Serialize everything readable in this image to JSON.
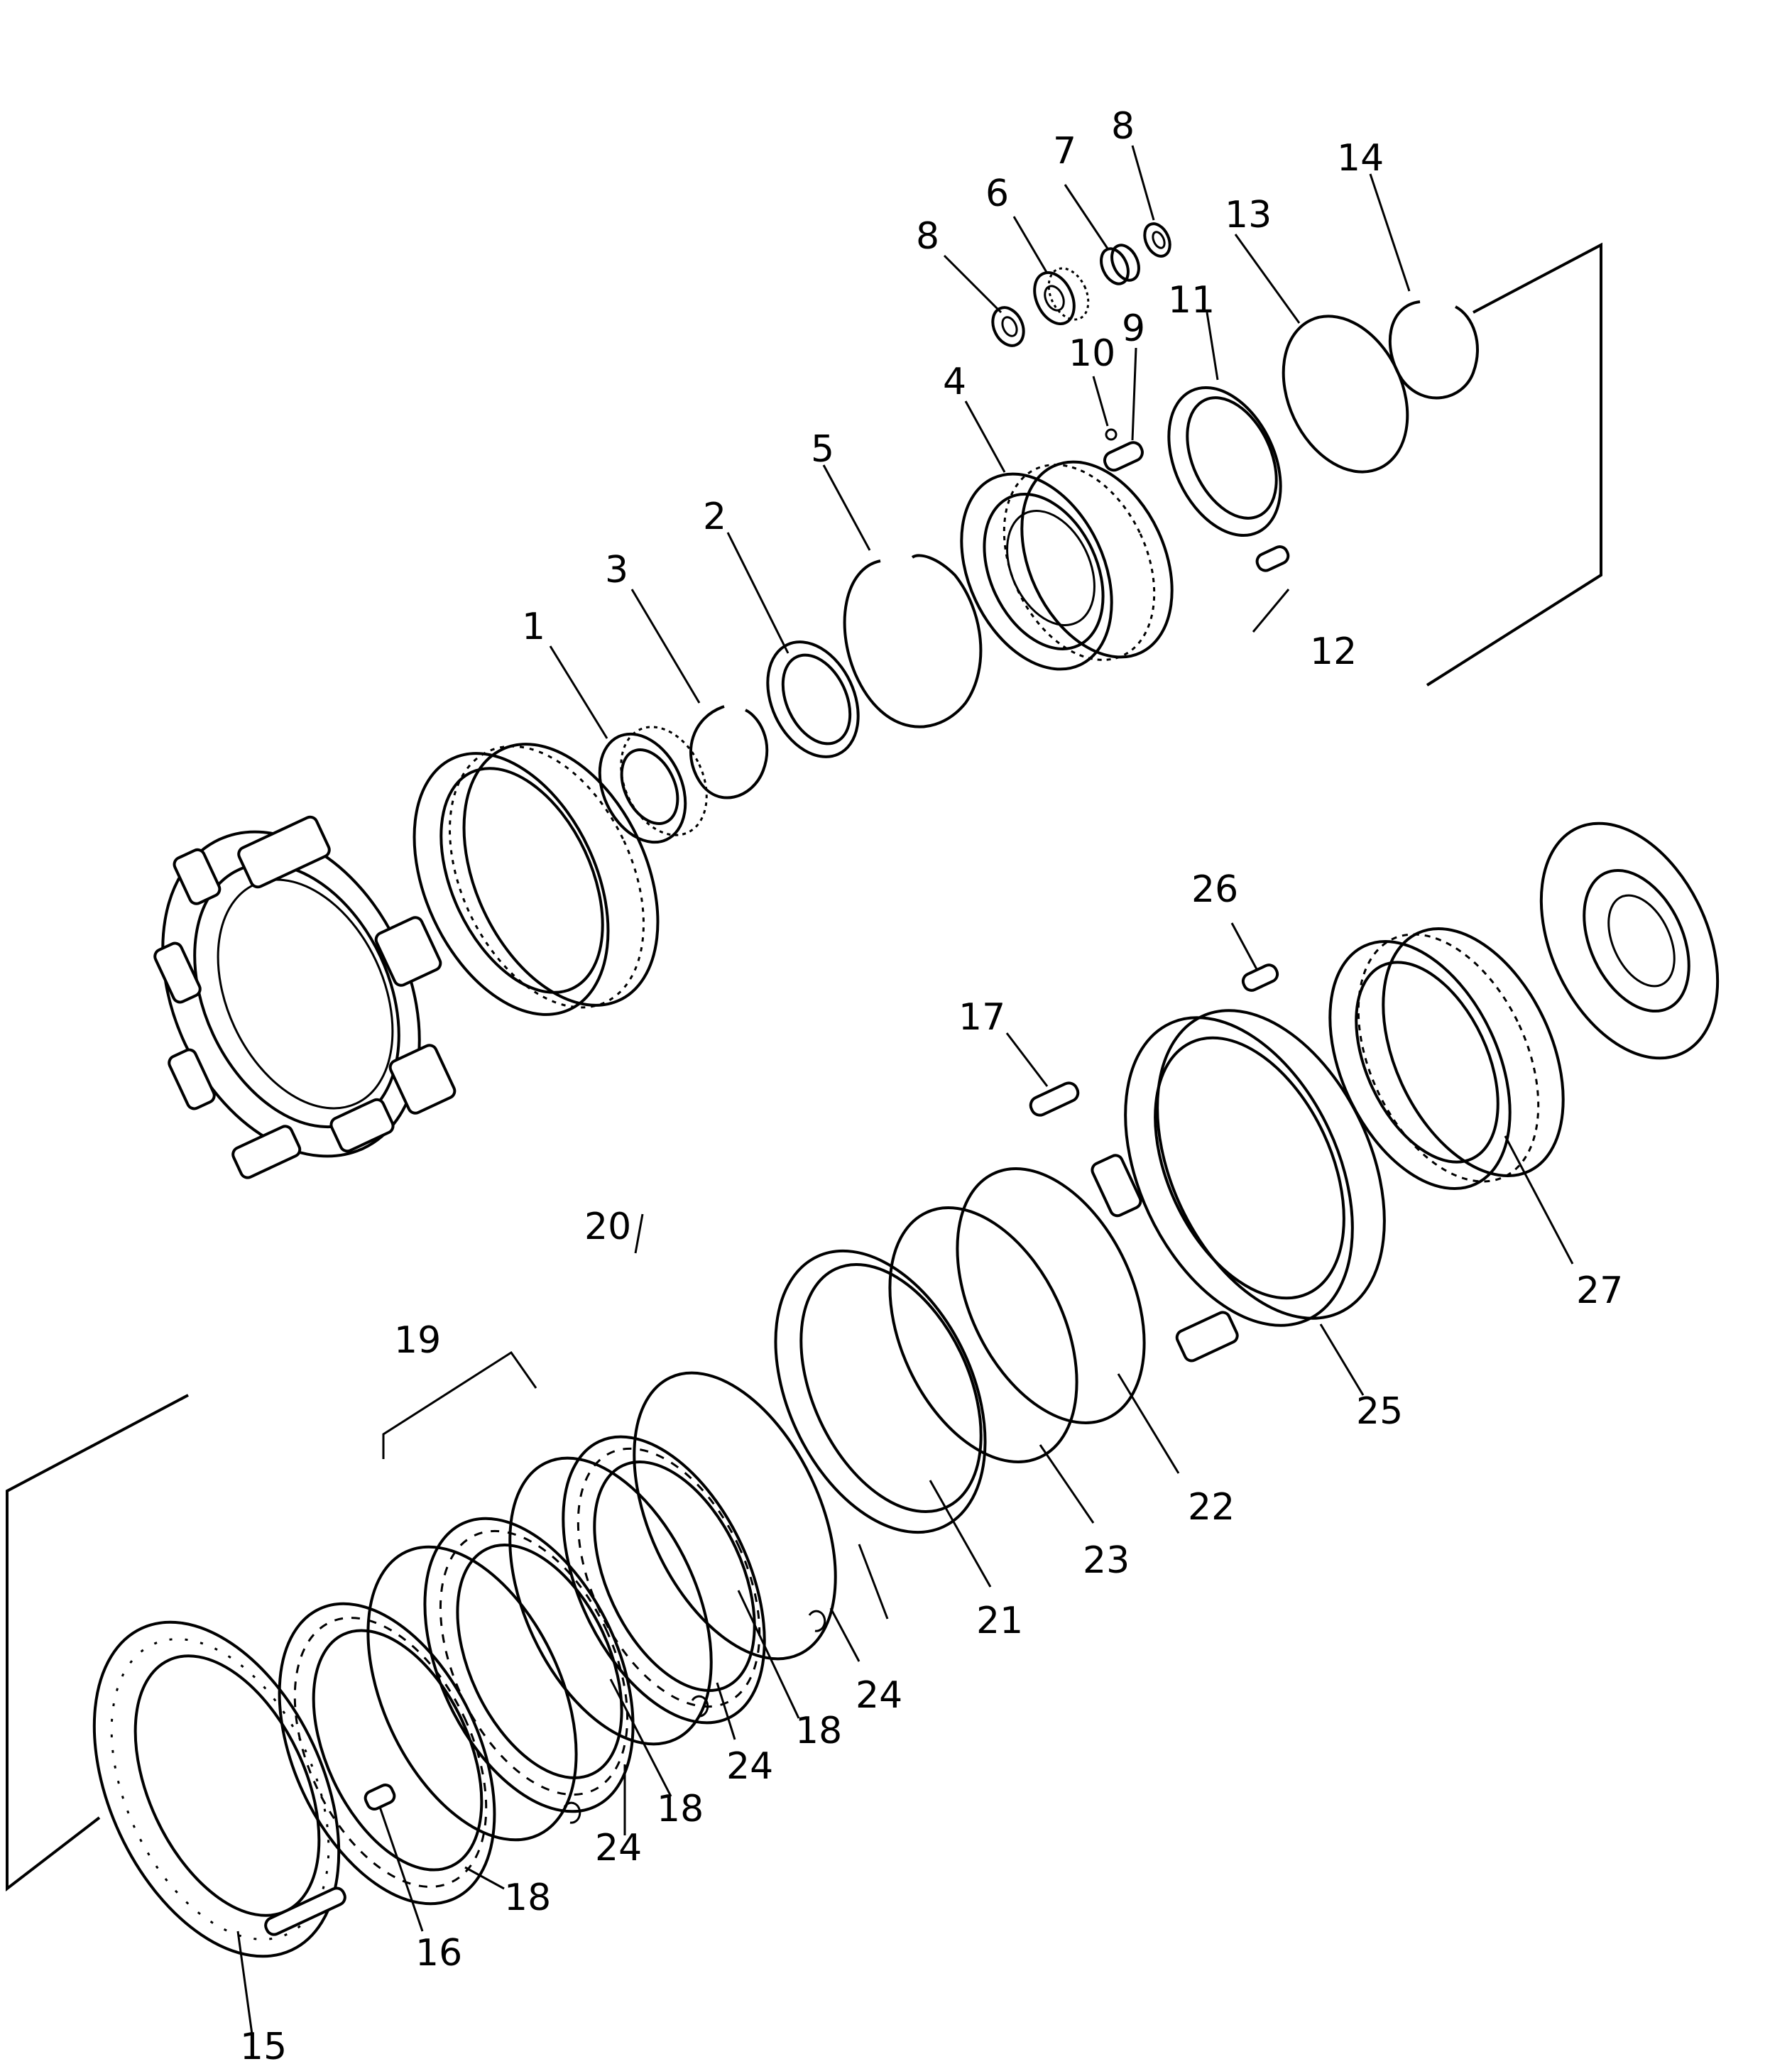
{
  "callouts": {
    "c1": "1",
    "c2": "2",
    "c3": "3",
    "c4": "4",
    "c5": "5",
    "c6": "6",
    "c7": "7",
    "c8a": "8",
    "c8b": "8",
    "c9": "9",
    "c10": "10",
    "c11": "11",
    "c12": "12",
    "c13": "13",
    "c14": "14",
    "c15": "15",
    "c16": "16",
    "c17": "17",
    "c18a": "18",
    "c18b": "18",
    "c18c": "18",
    "c19": "19",
    "c20": "20",
    "c21": "21",
    "c22": "22",
    "c23": "23",
    "c24a": "24",
    "c24b": "24",
    "c24c": "24",
    "c25": "25",
    "c26": "26",
    "c27": "27"
  }
}
